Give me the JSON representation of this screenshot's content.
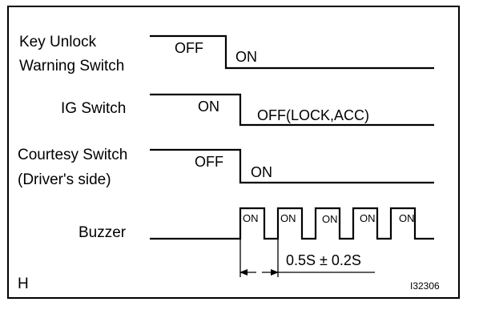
{
  "signals": {
    "key_unlock": {
      "label_line1": "Key Unlock",
      "label_line2": "Warning Switch",
      "state_before": "OFF",
      "state_after": "ON"
    },
    "ig_switch": {
      "label": "IG Switch",
      "state_before": "ON",
      "state_after": "OFF(LOCK,ACC)"
    },
    "courtesy_switch": {
      "label_line1": "Courtesy Switch",
      "label_line2": "(Driver's side)",
      "state_before": "OFF",
      "state_after": "ON"
    },
    "buzzer": {
      "label": "Buzzer",
      "pulse_label": "ON",
      "pulse_count": 5
    }
  },
  "timing": {
    "interval_label": "0.5S ± 0.2S"
  },
  "footer": {
    "corner_letter": "H",
    "reference_code": "I32306"
  }
}
